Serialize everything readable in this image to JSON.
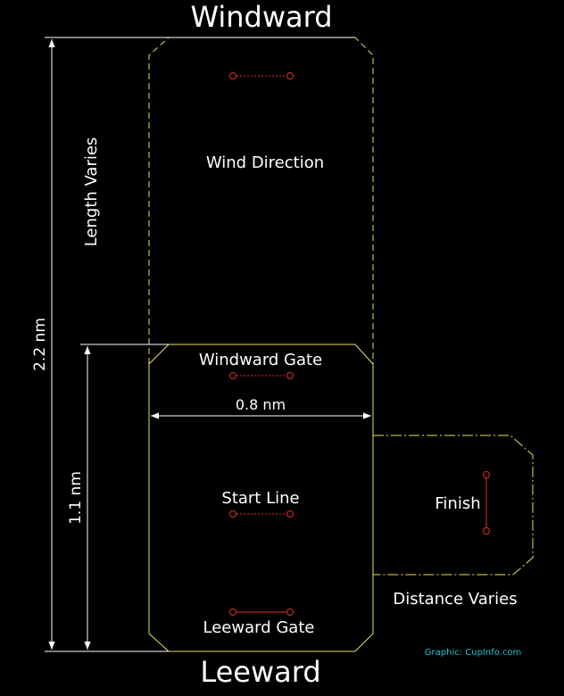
{
  "labels": {
    "windward": "Windward",
    "leeward": "Leeward",
    "wind_direction": "Wind Direction",
    "windward_gate": "Windward Gate",
    "start_line": "Start Line",
    "leeward_gate": "Leeward Gate",
    "finish": "Finish",
    "distance_varies": "Distance Varies",
    "length_varies": "Length Varies",
    "total_length": "2.2 nm",
    "lower_length": "1.1 nm",
    "width": "0.8 nm",
    "credit": "Graphic: CupInfo.com"
  },
  "colors": {
    "background": "#000000",
    "boundary": "#e8e060",
    "mark": "#e03020",
    "dimension": "#ffffff",
    "credit": "#20c0d0"
  }
}
